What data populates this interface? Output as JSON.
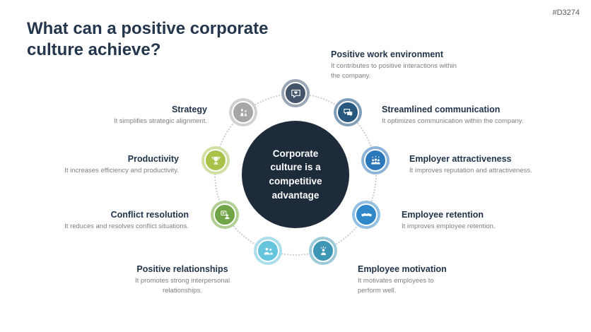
{
  "meta": {
    "tag": "#D3274"
  },
  "title": "What can a positive corporate culture achieve?",
  "center": {
    "text": "Corporate culture is a competitive advantage",
    "color": "#1d2b3a"
  },
  "items": [
    {
      "id": "positive-work-environment",
      "label": "Positive work environment",
      "description": "It contributes to positive interactions within the company.",
      "color": "#44546a",
      "ring": "#9aa6b6",
      "icon": "speech-heart-icon"
    },
    {
      "id": "streamlined-communication",
      "label": "Streamlined communication",
      "description": "It optimizes communication within the company.",
      "color": "#28587e",
      "ring": "#7f9db7",
      "icon": "chat-bubbles-icon"
    },
    {
      "id": "employer-attractiveness",
      "label": "Employer attractiveness",
      "description": "It improves reputation and attractiveness.",
      "color": "#2a78ba",
      "ring": "#8cb4d8",
      "icon": "team-stars-icon"
    },
    {
      "id": "employee-retention",
      "label": "Employee retention",
      "description": "It improves employee retention.",
      "color": "#2f86c8",
      "ring": "#92bfe3",
      "icon": "handshake-icon"
    },
    {
      "id": "employee-motivation",
      "label": "Employee motivation",
      "description": "It motivates employees to perform well.",
      "color": "#3d96b4",
      "ring": "#9ccad9",
      "icon": "motivated-person-icon"
    },
    {
      "id": "positive-relationships",
      "label": "Positive relationships",
      "description": "It promotes strong interpersonal relationships.",
      "color": "#64c5dd",
      "ring": "#abdeeb",
      "icon": "people-icon"
    },
    {
      "id": "conflict-resolution",
      "label": "Conflict resolution",
      "description": "It reduces and resolves conflict situations.",
      "color": "#71a447",
      "ring": "#b2cf93",
      "icon": "mediation-icon"
    },
    {
      "id": "productivity",
      "label": "Productivity",
      "description": "It increases efficiency and productivity.",
      "color": "#a8c24a",
      "ring": "#d0dfa2",
      "icon": "trophy-icon"
    },
    {
      "id": "strategy",
      "label": "Strategy",
      "description": "It simplifies strategic alignment.",
      "color": "#a6a6a6",
      "ring": "#d0d0d0",
      "icon": "chess-pawns-icon"
    }
  ]
}
